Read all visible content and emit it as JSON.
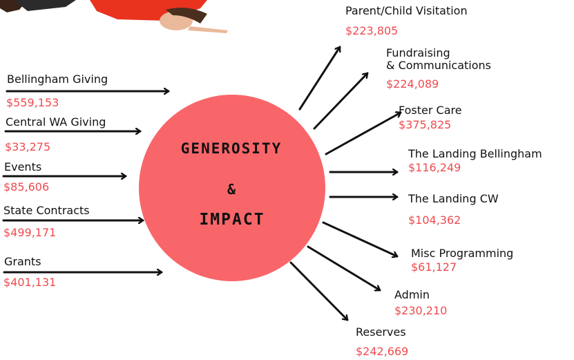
{
  "center": {
    "line1": "GENEROSITY",
    "line2": "&",
    "line3": "IMPACT",
    "color": "#f9666a"
  },
  "amount_color": "#f04a4e",
  "income": [
    {
      "label": "Bellingham Giving",
      "amount": "$559,153"
    },
    {
      "label": "Central WA Giving",
      "amount": "$33,275"
    },
    {
      "label": "Events",
      "amount": "$85,606"
    },
    {
      "label": "State Contracts",
      "amount": "$499,171"
    },
    {
      "label": "Grants",
      "amount": "$401,131"
    }
  ],
  "expenses": [
    {
      "label": "Parent/Child Visitation",
      "amount": "$223,805"
    },
    {
      "label": "Fundraising\n& Communications",
      "amount": "$224,089"
    },
    {
      "label": "Foster Care",
      "amount": "$375,825"
    },
    {
      "label": "The Landing Bellingham",
      "amount": "$116,249"
    },
    {
      "label": "The Landing CW",
      "amount": "$104,362"
    },
    {
      "label": "Misc Programming",
      "amount": "$61,127"
    },
    {
      "label": "Admin",
      "amount": "$230,210"
    },
    {
      "label": "Reserves",
      "amount": "$242,669"
    }
  ]
}
